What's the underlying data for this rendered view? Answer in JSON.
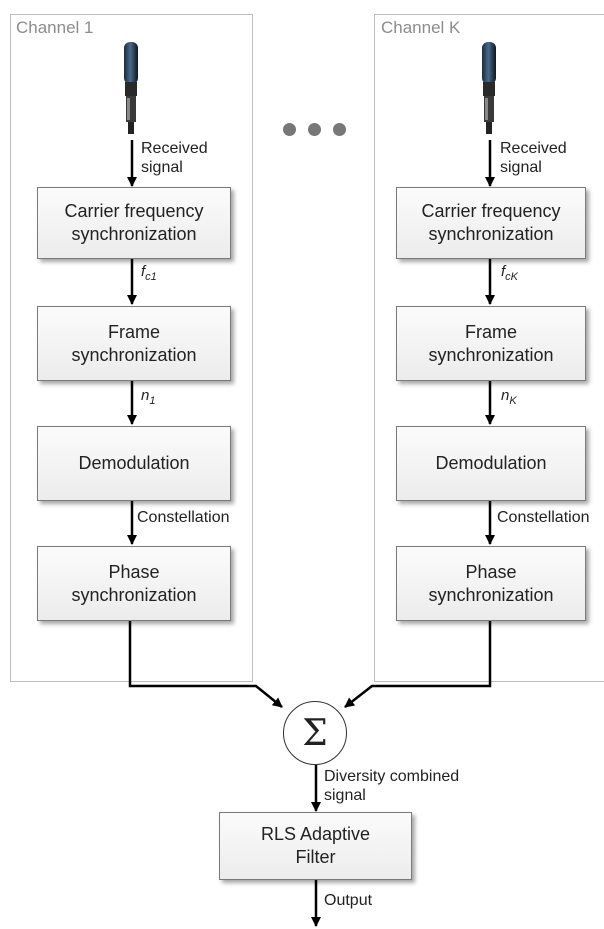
{
  "channels": [
    {
      "title": "Channel 1",
      "input_label": "Received\nsignal",
      "blocks": [
        "Carrier frequency\nsynchronization",
        "Frame\nsynchronization",
        "Demodulation",
        "Phase\nsynchronization"
      ],
      "freq_symbol": {
        "base": "f",
        "sub": "c1"
      },
      "frame_symbol": {
        "base": "n",
        "sub": "1"
      },
      "demod_output_label": "Constellation"
    },
    {
      "title": "Channel K",
      "input_label": "Received\nsignal",
      "blocks": [
        "Carrier frequency\nsynchronization",
        "Frame\nsynchronization",
        "Demodulation",
        "Phase\nsynchronization"
      ],
      "freq_symbol": {
        "base": "f",
        "sub": "cK"
      },
      "frame_symbol": {
        "base": "n",
        "sub": "K"
      },
      "demod_output_label": "Constellation"
    }
  ],
  "combiner": {
    "symbol": "Σ"
  },
  "combined_label": "Diversity combined\nsignal",
  "filter_label": "RLS Adaptive\nFilter",
  "output_label": "Output",
  "icons": {
    "receiver": "hydrophone-icon",
    "ellipsis": "ellipsis-dots"
  }
}
